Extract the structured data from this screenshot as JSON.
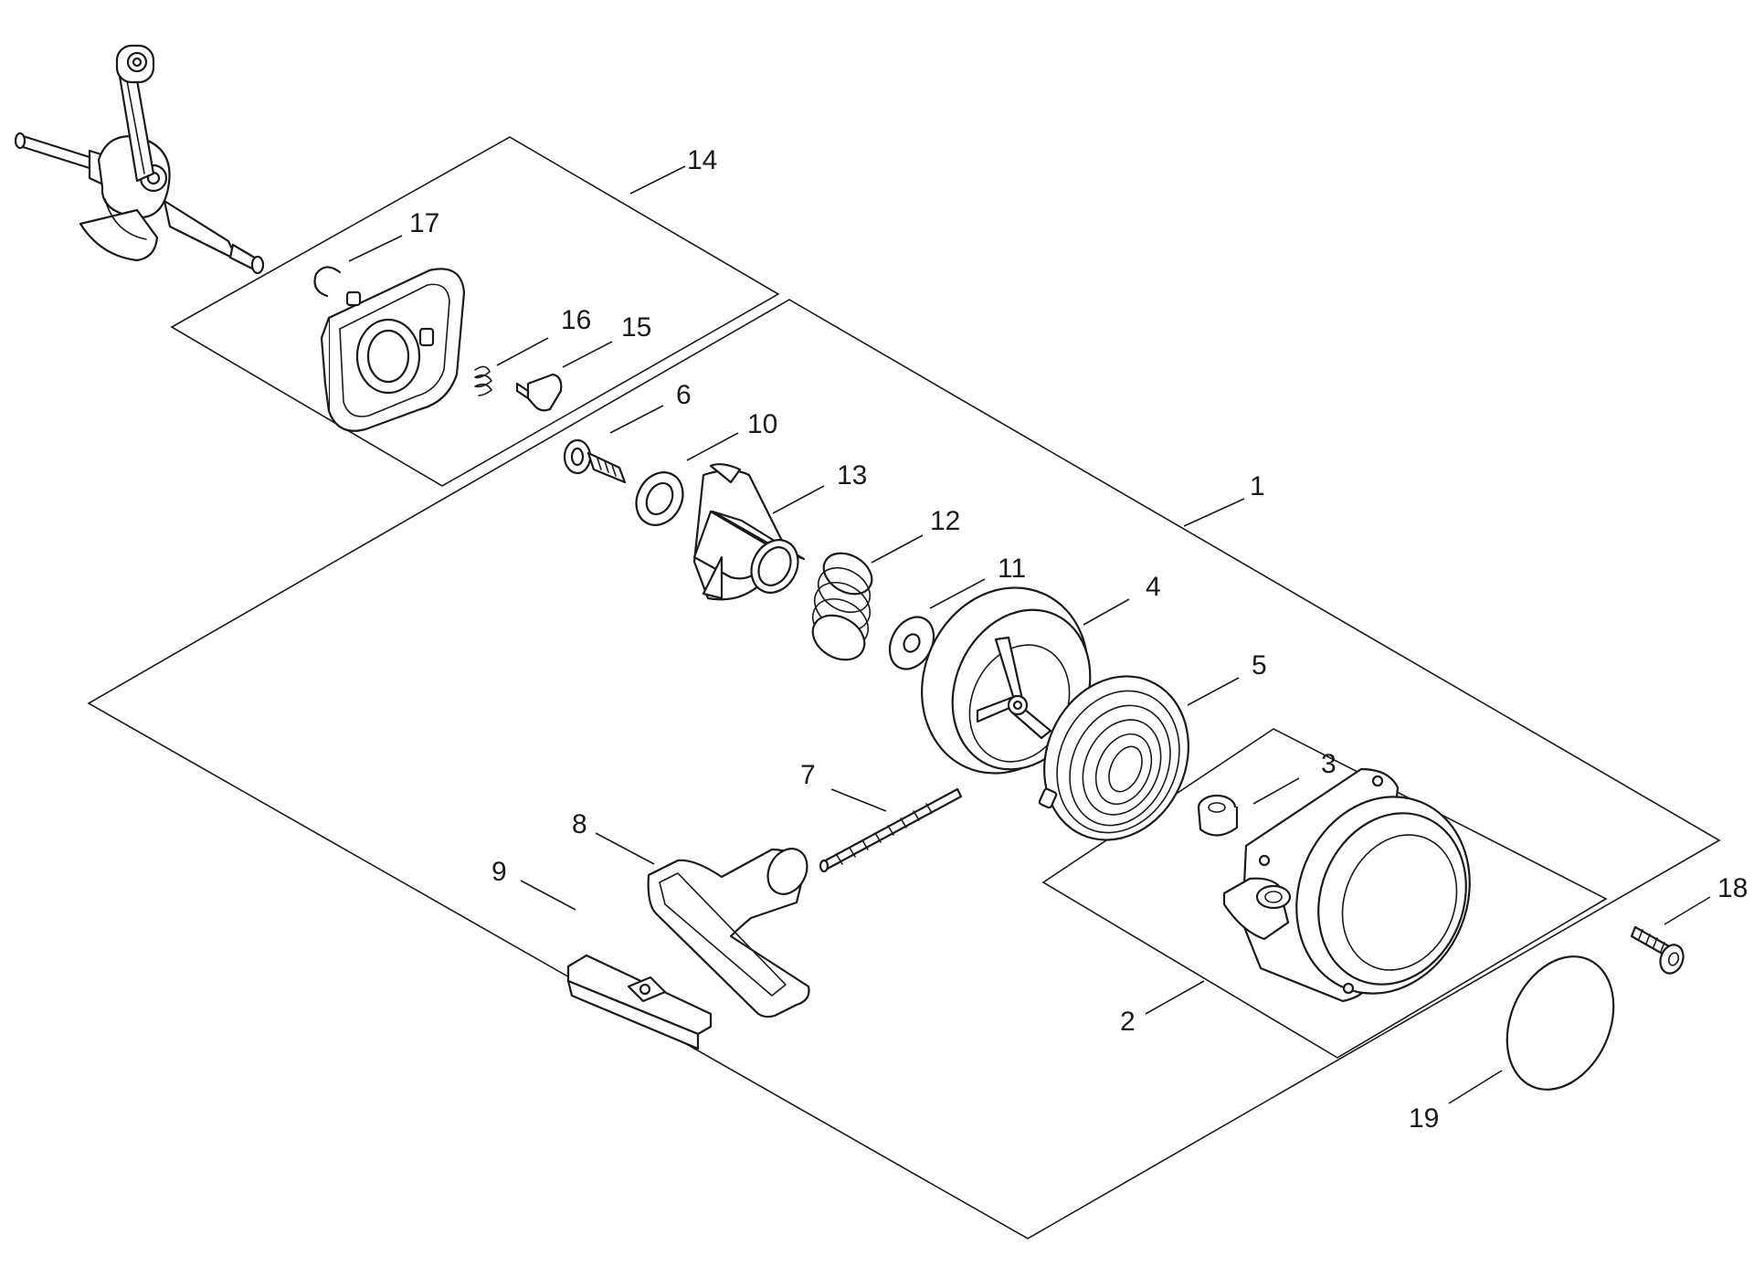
{
  "callouts": [
    {
      "id": "1",
      "text": "1"
    },
    {
      "id": "2",
      "text": "2"
    },
    {
      "id": "3",
      "text": "3"
    },
    {
      "id": "4",
      "text": "4"
    },
    {
      "id": "5",
      "text": "5"
    },
    {
      "id": "6",
      "text": "6"
    },
    {
      "id": "7",
      "text": "7"
    },
    {
      "id": "8",
      "text": "8"
    },
    {
      "id": "9",
      "text": "9"
    },
    {
      "id": "10",
      "text": "10"
    },
    {
      "id": "11",
      "text": "11"
    },
    {
      "id": "12",
      "text": "12"
    },
    {
      "id": "13",
      "text": "13"
    },
    {
      "id": "14",
      "text": "14"
    },
    {
      "id": "15",
      "text": "15"
    },
    {
      "id": "16",
      "text": "16"
    },
    {
      "id": "17",
      "text": "17"
    },
    {
      "id": "18",
      "text": "18"
    },
    {
      "id": "19",
      "text": "19"
    }
  ],
  "colors": {
    "ink": "#1a1a1a",
    "background": "#ffffff",
    "shade": "#bdbdbd"
  }
}
